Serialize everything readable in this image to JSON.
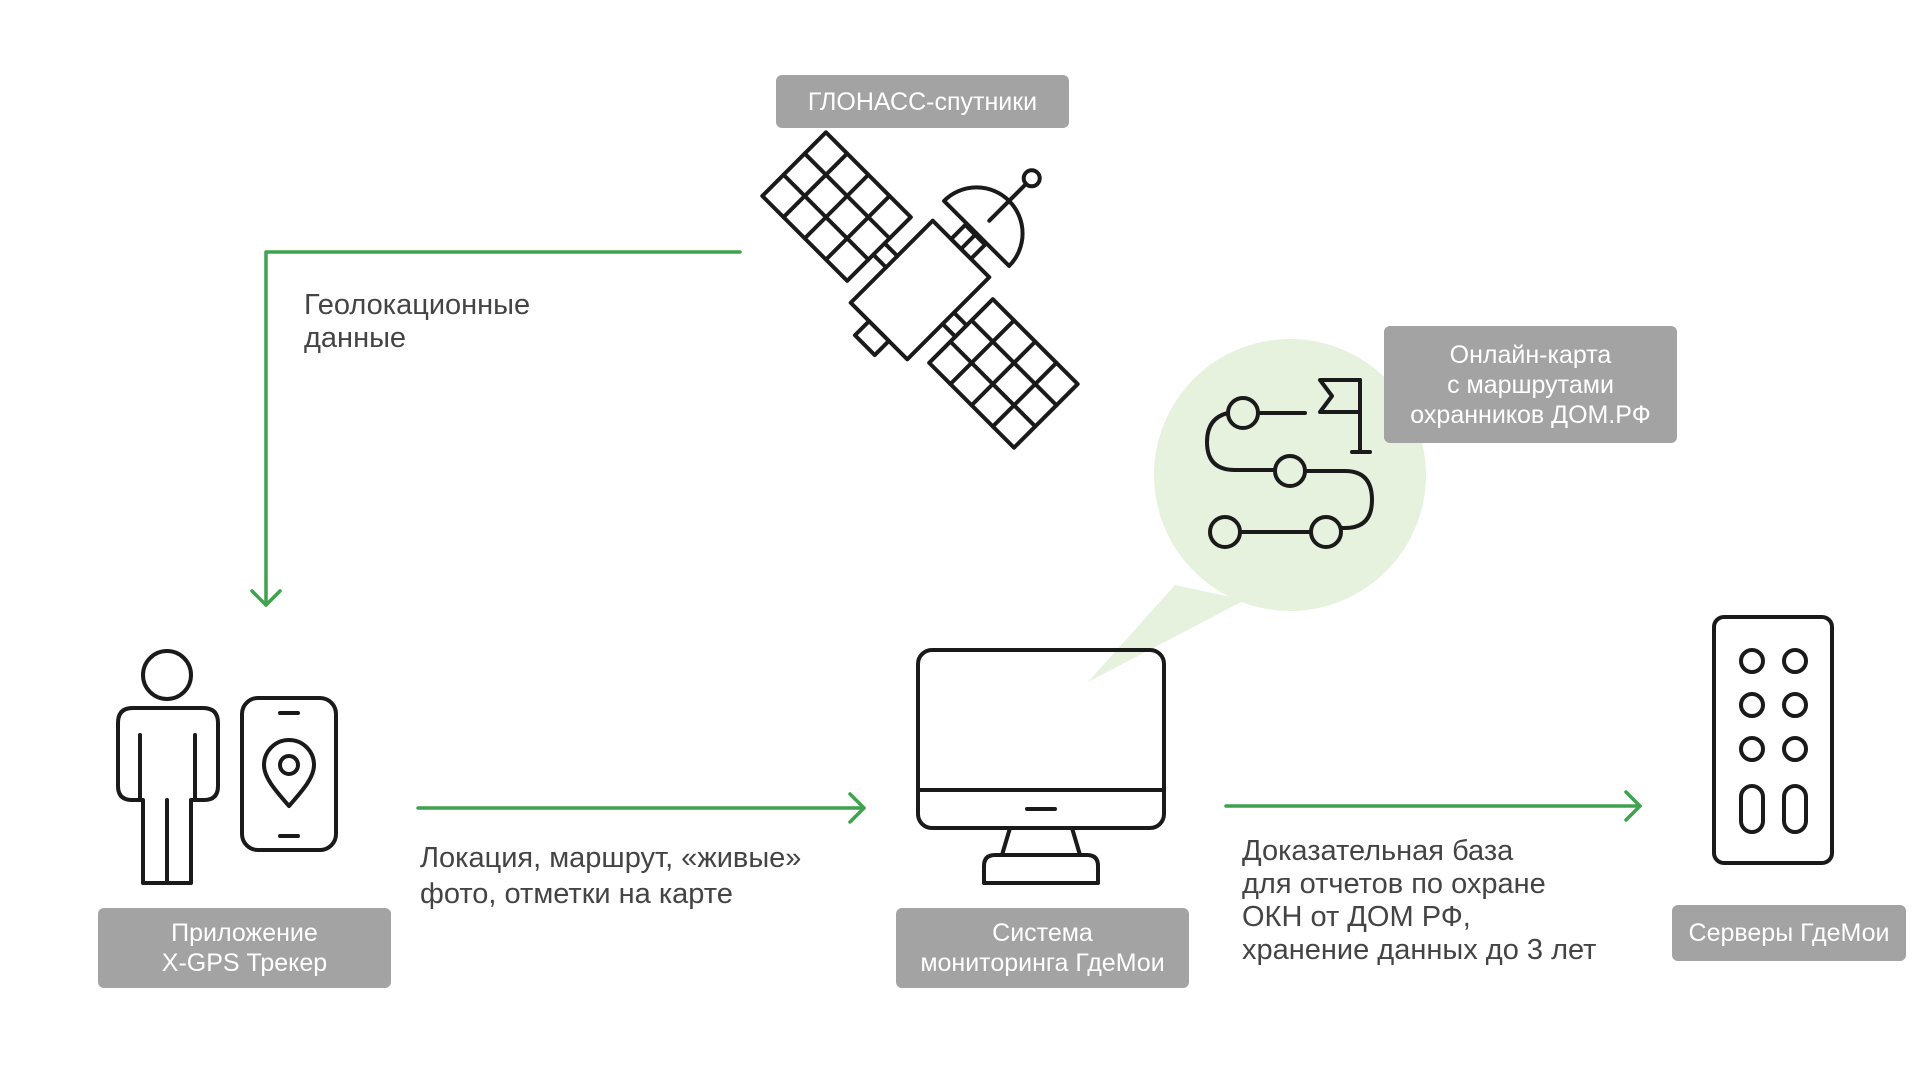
{
  "colors": {
    "arrow": "#3fa24f",
    "label_bg": "#a3a3a3",
    "label_text": "#ffffff",
    "caption_text": "#444444",
    "icon_stroke": "#1a1a1a",
    "bubble": "#e6f2dd"
  },
  "nodes": {
    "satellites": {
      "label": "ГЛОНАСС-спутники",
      "icon": "satellite-icon"
    },
    "app": {
      "label_line1": "Приложение",
      "label_line2": "X-GPS Трекер",
      "icon": "person-phone-icon"
    },
    "monitoring": {
      "label_line1": "Система",
      "label_line2": "мониторинга ГдеМои",
      "icon": "monitor-icon"
    },
    "servers": {
      "label": "Серверы ГдеМои",
      "icon": "server-icon"
    },
    "online_map": {
      "label_line1": "Онлайн-карта",
      "label_line2": "с маршрутами",
      "label_line3": "охранников ДОМ.РФ",
      "icon": "route-map-icon"
    }
  },
  "edges": {
    "geo": {
      "line1": "Геолокационные",
      "line2": "данные"
    },
    "app_to_system": {
      "line1": "Локация, маршрут, «живые»",
      "line2": "фото, отметки на карте"
    },
    "system_to_servers": {
      "line1": "Доказательная база",
      "line2": "для отчетов по охране",
      "line3": "ОКН от ДОМ РФ,",
      "line4": "хранение данных до 3 лет"
    }
  }
}
